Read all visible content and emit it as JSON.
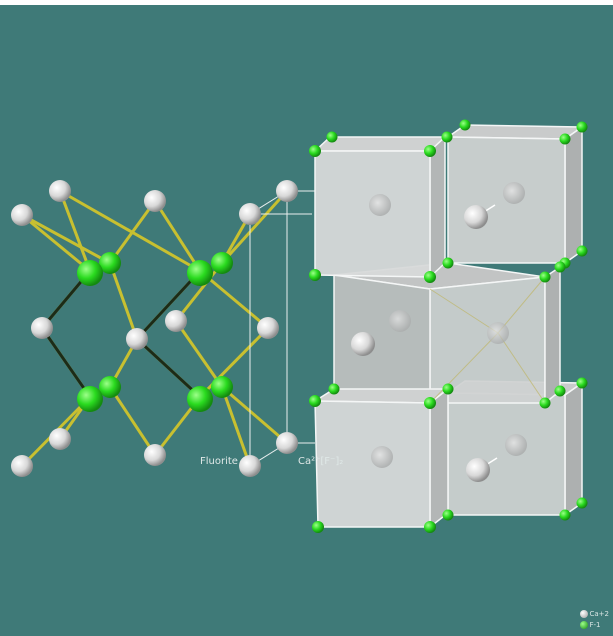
{
  "caption": {
    "name": "Fluorite",
    "formula": "Ca²⁺[F⁻]₂"
  },
  "legend": [
    {
      "label": "Ca+2",
      "color": "#e8e8e8",
      "icon": "white-sphere-icon"
    },
    {
      "label": "F-1",
      "color": "#22dd22",
      "icon": "green-sphere-icon"
    }
  ],
  "colors": {
    "background": "#3f7a78",
    "bond": "#c8c030",
    "polyhedron": "#d4d6d6"
  }
}
